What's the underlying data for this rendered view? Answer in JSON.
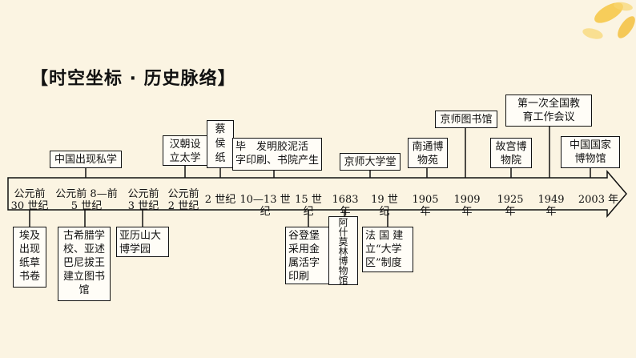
{
  "title": "【时空坐标 · 历史脉络】",
  "timeline_labels": [
    "公元前\n30 世纪",
    "公元前 8—前\n5 世纪",
    "公元前\n3 世纪",
    "公元前\n2 世纪",
    "2 世纪",
    "10—13 世纪",
    "15 世纪",
    "1683 年",
    "19 世纪",
    "1905 年",
    "1909 年",
    "1925 年",
    "1949 年",
    "2003 年"
  ],
  "above_boxes": [
    "中国出现私学",
    "汉朝设\n立太学",
    "蔡\n侯\n纸",
    "毕　发明胶泥活\n字印刷、书院产生",
    "京师大学堂",
    "南通博\n物苑",
    "京师图书馆",
    "故宫博\n物院",
    "第一次全国教\n育工作会议",
    "中国国家\n博物馆"
  ],
  "below_boxes": [
    "埃及\n出现\n纸草\n书卷",
    "古希腊学\n校、亚述\n巴尼拔王\n建立图书\n馆",
    "亚历山大\n博学园",
    "谷登堡\n采用金\n属活字\n印刷",
    "阿\n什\n莫\n林\n博\n物\n馆",
    "法 国 建\n立“大学\n区”制度"
  ],
  "colors": {
    "background": "#fbf4e2",
    "line": "#111111",
    "box_bg": "#fffdf7",
    "leaf": "#f6c542"
  }
}
